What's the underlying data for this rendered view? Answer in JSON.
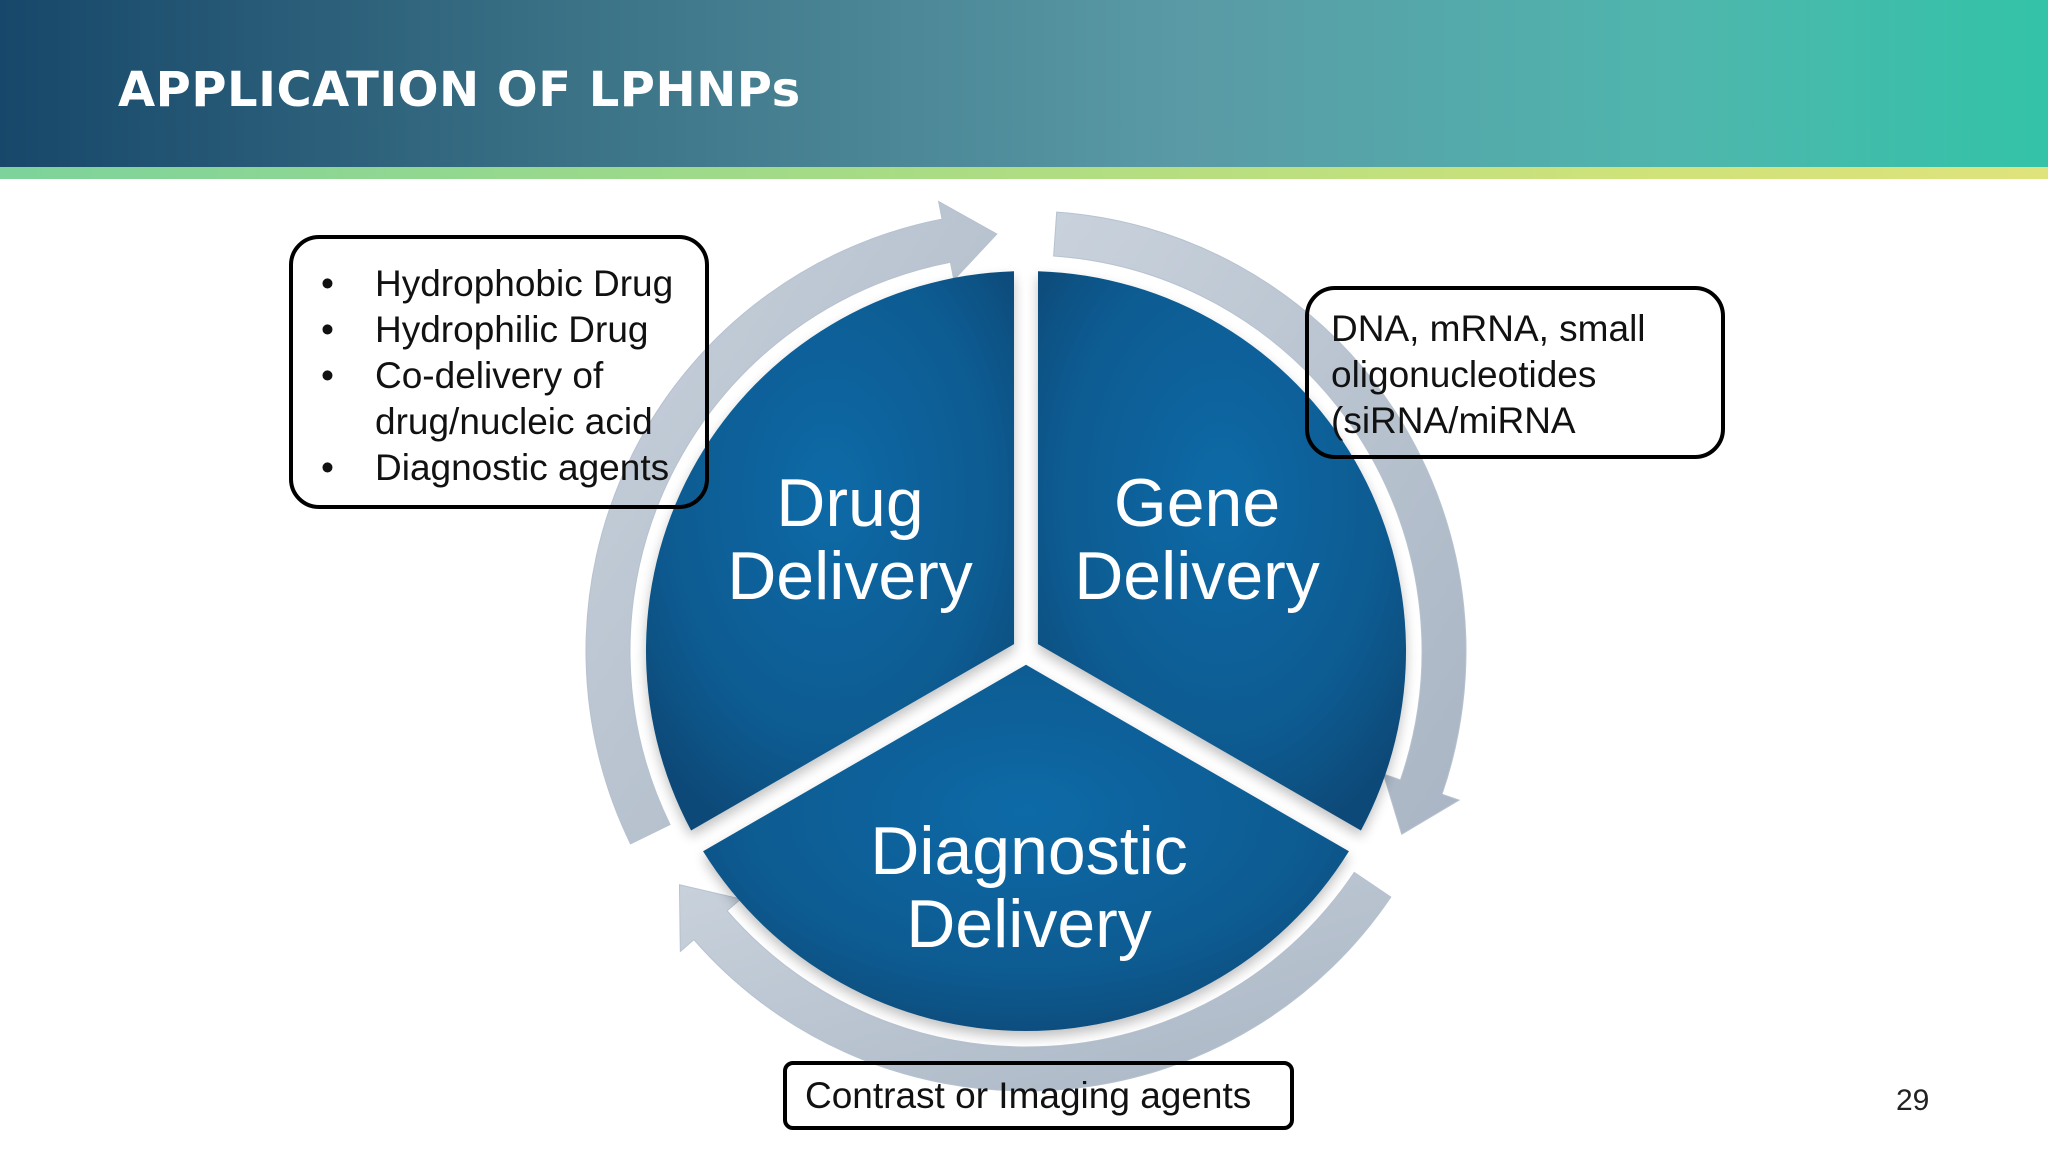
{
  "slide": {
    "title": "APPLICATION OF LPHNPs",
    "page_number": "29"
  },
  "colors": {
    "header_gradient_start": "#17476a",
    "header_gradient_end": "#33c3a8",
    "accent_strip": "#a9dc84",
    "segment_fill": "#0d5d94",
    "arrow_ring": "#b7c2d0"
  },
  "cycle": {
    "segments": [
      {
        "line1": "Drug",
        "line2": "Delivery"
      },
      {
        "line1": "Gene",
        "line2": "Delivery"
      },
      {
        "line1": "Diagnostic",
        "line2": "Delivery"
      }
    ]
  },
  "callouts": {
    "drug": {
      "bullet_symbol": "•",
      "items": [
        [
          "Hydrophobic Drug"
        ],
        [
          "Hydrophilic Drug"
        ],
        [
          "Co-delivery of",
          "drug/nucleic acid"
        ],
        [
          "Diagnostic agents"
        ]
      ]
    },
    "gene": {
      "lines": [
        "DNA, mRNA, small",
        "oligonucleotides",
        "(siRNA/miRNA"
      ]
    },
    "diagnostic": {
      "text": "Contrast or Imaging agents"
    }
  }
}
